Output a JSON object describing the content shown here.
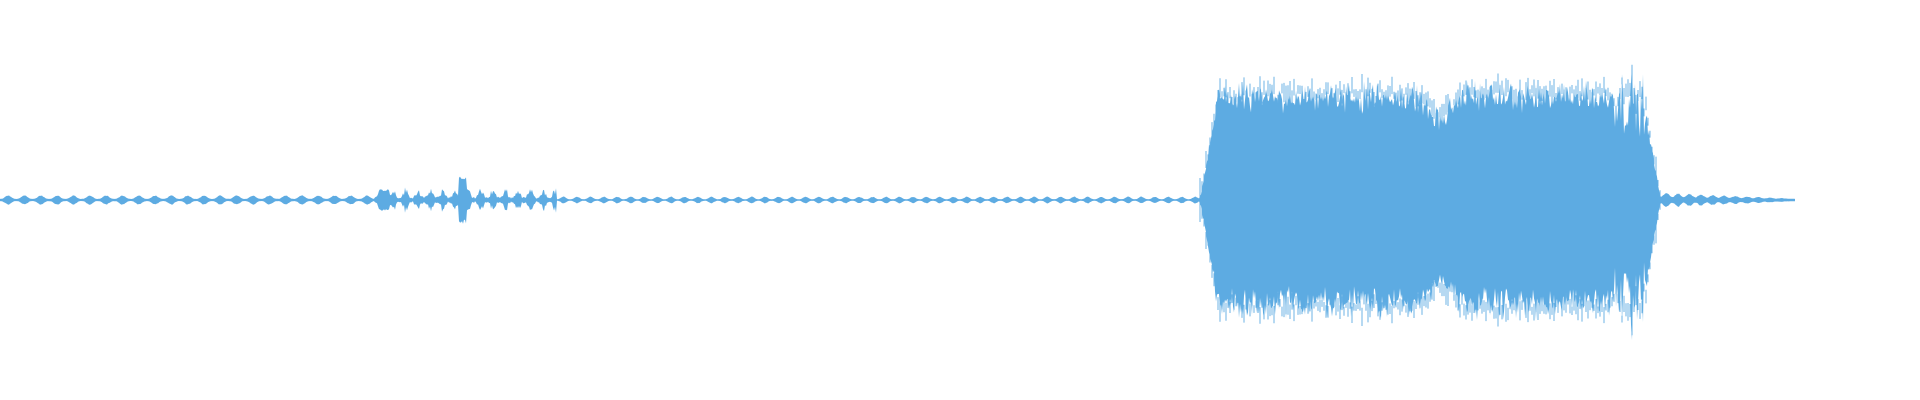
{
  "waveform": {
    "color": "#5dabe2",
    "background": "#ffffff",
    "description_hidden": "",
    "segments": [
      {
        "type": "quiet_beats",
        "start": 0.0,
        "end": 0.195,
        "amp": 0.022,
        "beat_period": 0.0085
      },
      {
        "type": "noisy",
        "start": 0.195,
        "end": 0.29,
        "amp": 0.045,
        "beat_period": 0.0065
      },
      {
        "type": "quiet_beats",
        "start": 0.29,
        "end": 0.625,
        "amp": 0.016,
        "beat_period": 0.007
      },
      {
        "type": "loud",
        "start": 0.625,
        "end": 0.865,
        "amp": 0.55
      },
      {
        "type": "decay",
        "start": 0.865,
        "end": 0.935,
        "amp": 0.03
      }
    ]
  }
}
